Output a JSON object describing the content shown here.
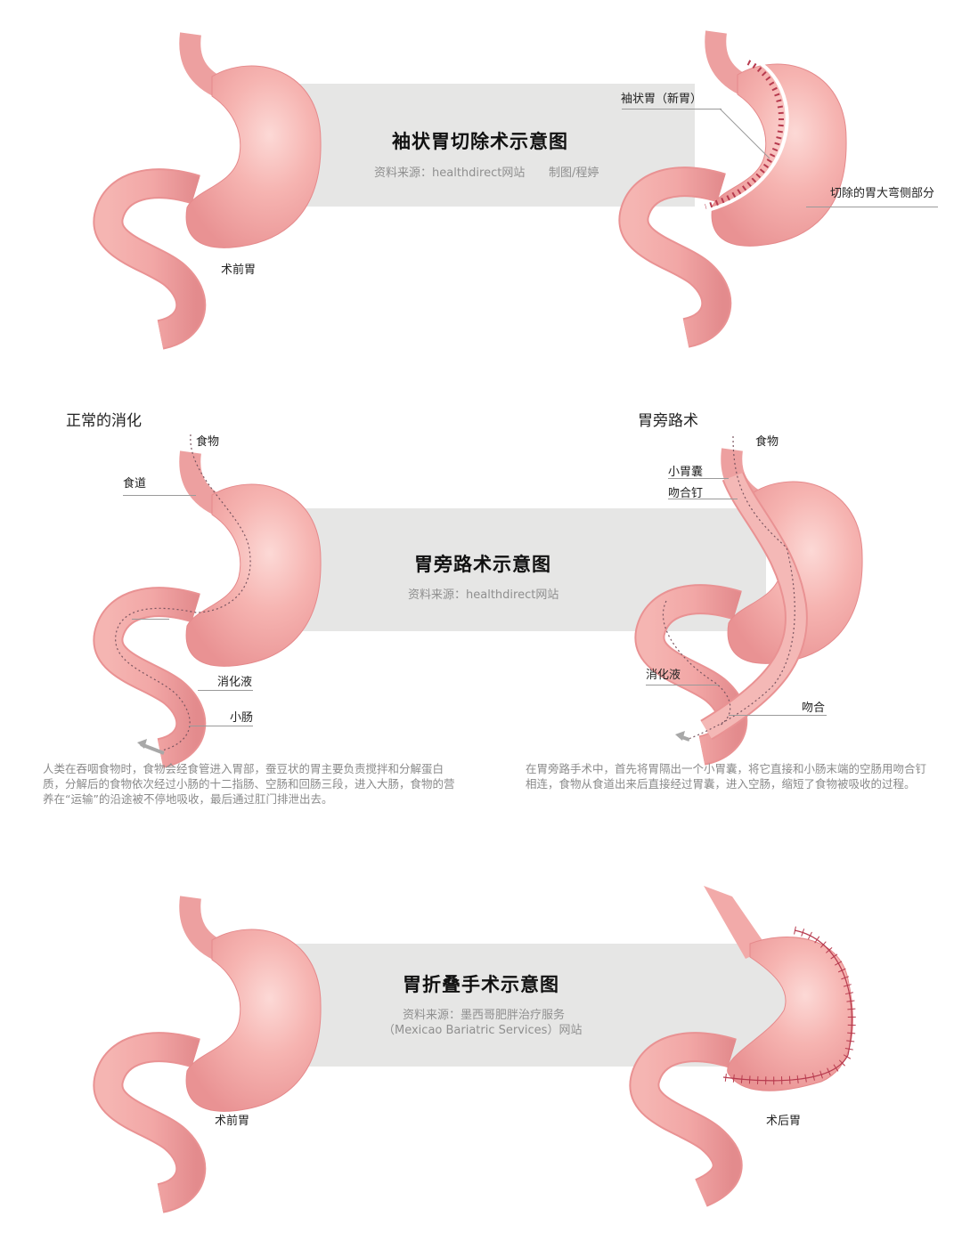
{
  "colors": {
    "band": "#e6e6e5",
    "stomach_fill": "#f3a9a8",
    "stomach_highlight": "#fbd3d1",
    "stomach_shadow": "#e48c8d",
    "suture": "#b73a4e",
    "leader_line": "#9a9a9a",
    "arrow": "#a8a8a8"
  },
  "sleeve": {
    "title": "袖状胃切除术示意图",
    "source": "资料来源：healthdirect网站",
    "credit": "制图/程婷",
    "left_label": "术前胃",
    "right_labels": {
      "new_stomach": "袖状胃（新胃）",
      "removed_part": "切除的胃大弯侧部分"
    }
  },
  "bypass": {
    "title": "胃旁路术示意图",
    "source": "资料来源：healthdirect网站",
    "left": {
      "heading": "正常的消化",
      "labels": {
        "food": "食物",
        "esophagus": "食道",
        "digestive_juice": "消化液",
        "small_intestine": "小肠"
      },
      "description": "人类在吞咽食物时，食物会经食管进入胃部，蚕豆状的胃主要负责搅拌和分解蛋白质，分解后的食物依次经过小肠的十二指肠、空肠和回肠三段，进入大肠，食物的营养在“运输”的沿途被不停地吸收，最后通过肛门排泄出去。"
    },
    "right": {
      "heading": "胃旁路术",
      "labels": {
        "food": "食物",
        "small_pouch": "小胃囊",
        "staples": "吻合钉",
        "digestive_juice": "消化液",
        "anastomosis": "吻合"
      },
      "description": "在胃旁路手术中，首先将胃隔出一个小胃囊，将它直接和小肠末端的空肠用吻合钉相连，食物从食道出来后直接经过胃囊，进入空肠，缩短了食物被吸收的过程。"
    }
  },
  "folding": {
    "title": "胃折叠手术示意图",
    "source_line1": "资料来源：墨西哥肥胖治疗服务",
    "source_line2": "（Mexicao Bariatric Services）网站",
    "left_label": "术前胃",
    "right_label": "术后胃"
  }
}
